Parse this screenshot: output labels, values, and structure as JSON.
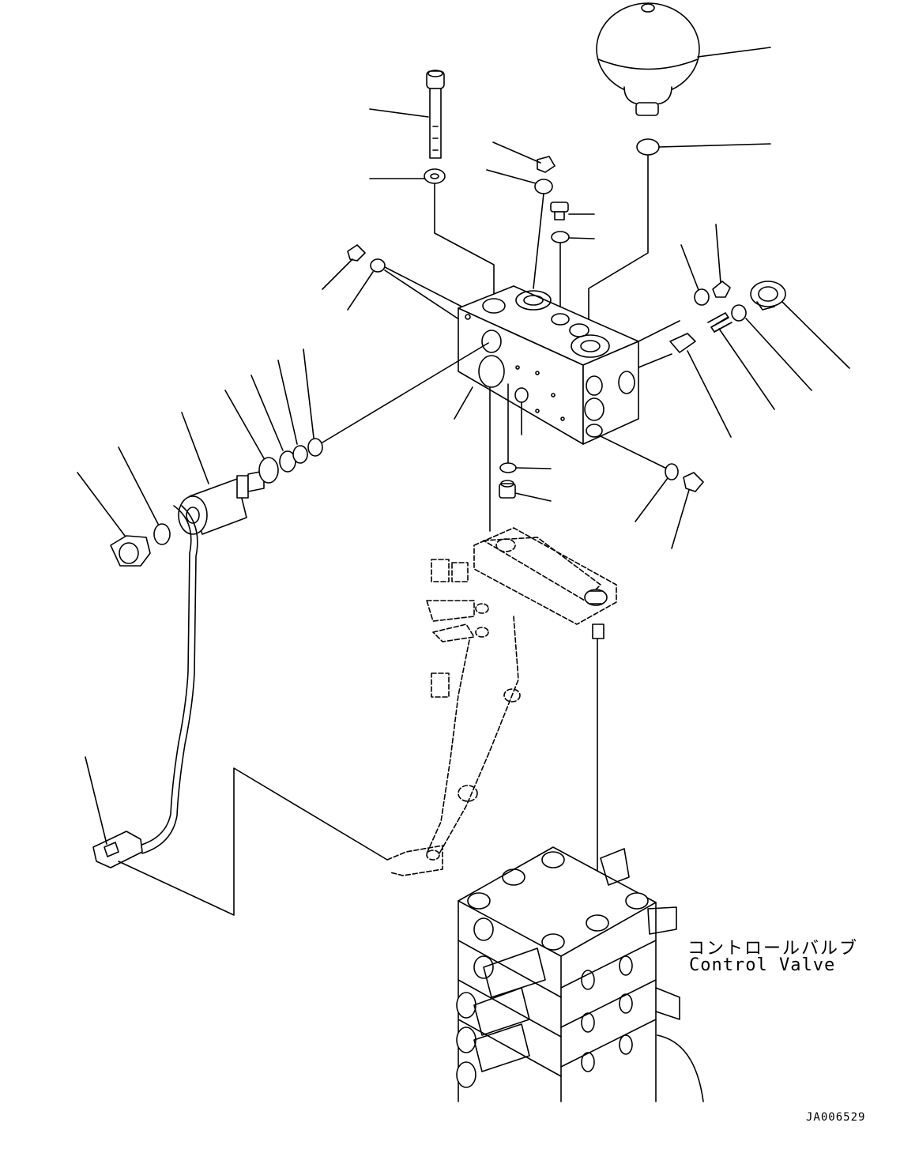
{
  "callouts": {
    "control_valve_jp": "コントロールバルブ",
    "control_valve_en": "Control Valve"
  },
  "drawing_id": "JA006529"
}
